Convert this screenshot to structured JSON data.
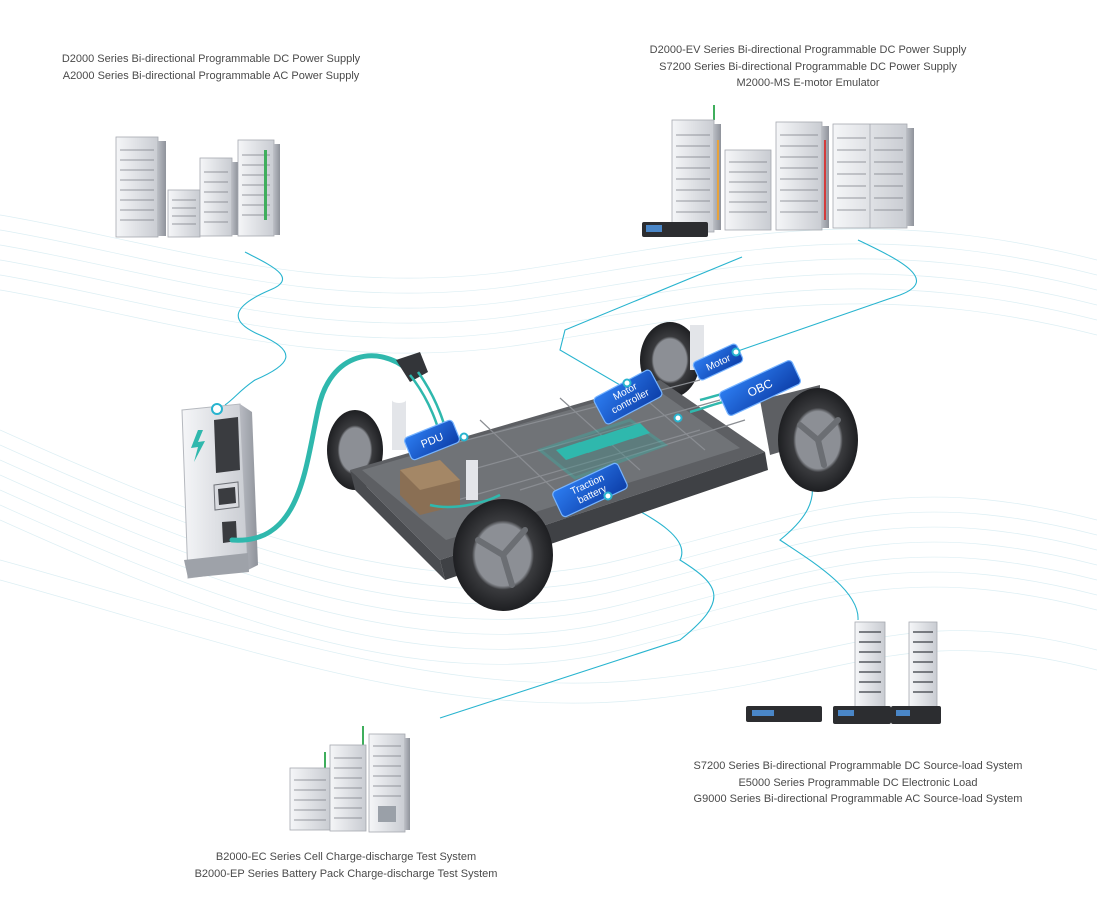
{
  "captions": {
    "top_left": [
      "D2000 Series Bi-directional Programmable DC Power Supply",
      "A2000 Series Bi-directional Programmable AC Power Supply"
    ],
    "top_right": [
      "D2000-EV Series Bi-directional Programmable DC Power Supply",
      "S7200 Series Bi-directional Programmable DC Power Supply",
      "M2000-MS E-motor Emulator"
    ],
    "bottom_right": [
      "S7200 Series Bi-directional Programmable DC Source-load System",
      "E5000 Series Programmable DC Electronic Load",
      "G9000 Series Bi-directional Programmable AC Source-load System"
    ],
    "bottom_left": [
      "B2000-EC Series Cell Charge-discharge Test System",
      "B2000-EP Series Battery Pack Charge-discharge Test System"
    ]
  },
  "component_tags": {
    "pdu": "PDU",
    "motor_controller_line1": "Motor",
    "motor_controller_line2": "controller",
    "motor": "Motor",
    "obc": "OBC",
    "traction_battery_line1": "Traction",
    "traction_battery_line2": "battery"
  },
  "colors": {
    "accent_teal": "#2fb8ad",
    "connector_line": "#28b4cf",
    "tag_blue": "#1a5fd0",
    "chassis_gray": "#6b6b6b",
    "equipment_white": "#e8e9ec",
    "caption_text": "#4a4a4a"
  },
  "icons": {
    "charger_bolt": "lightning-bolt-icon"
  }
}
